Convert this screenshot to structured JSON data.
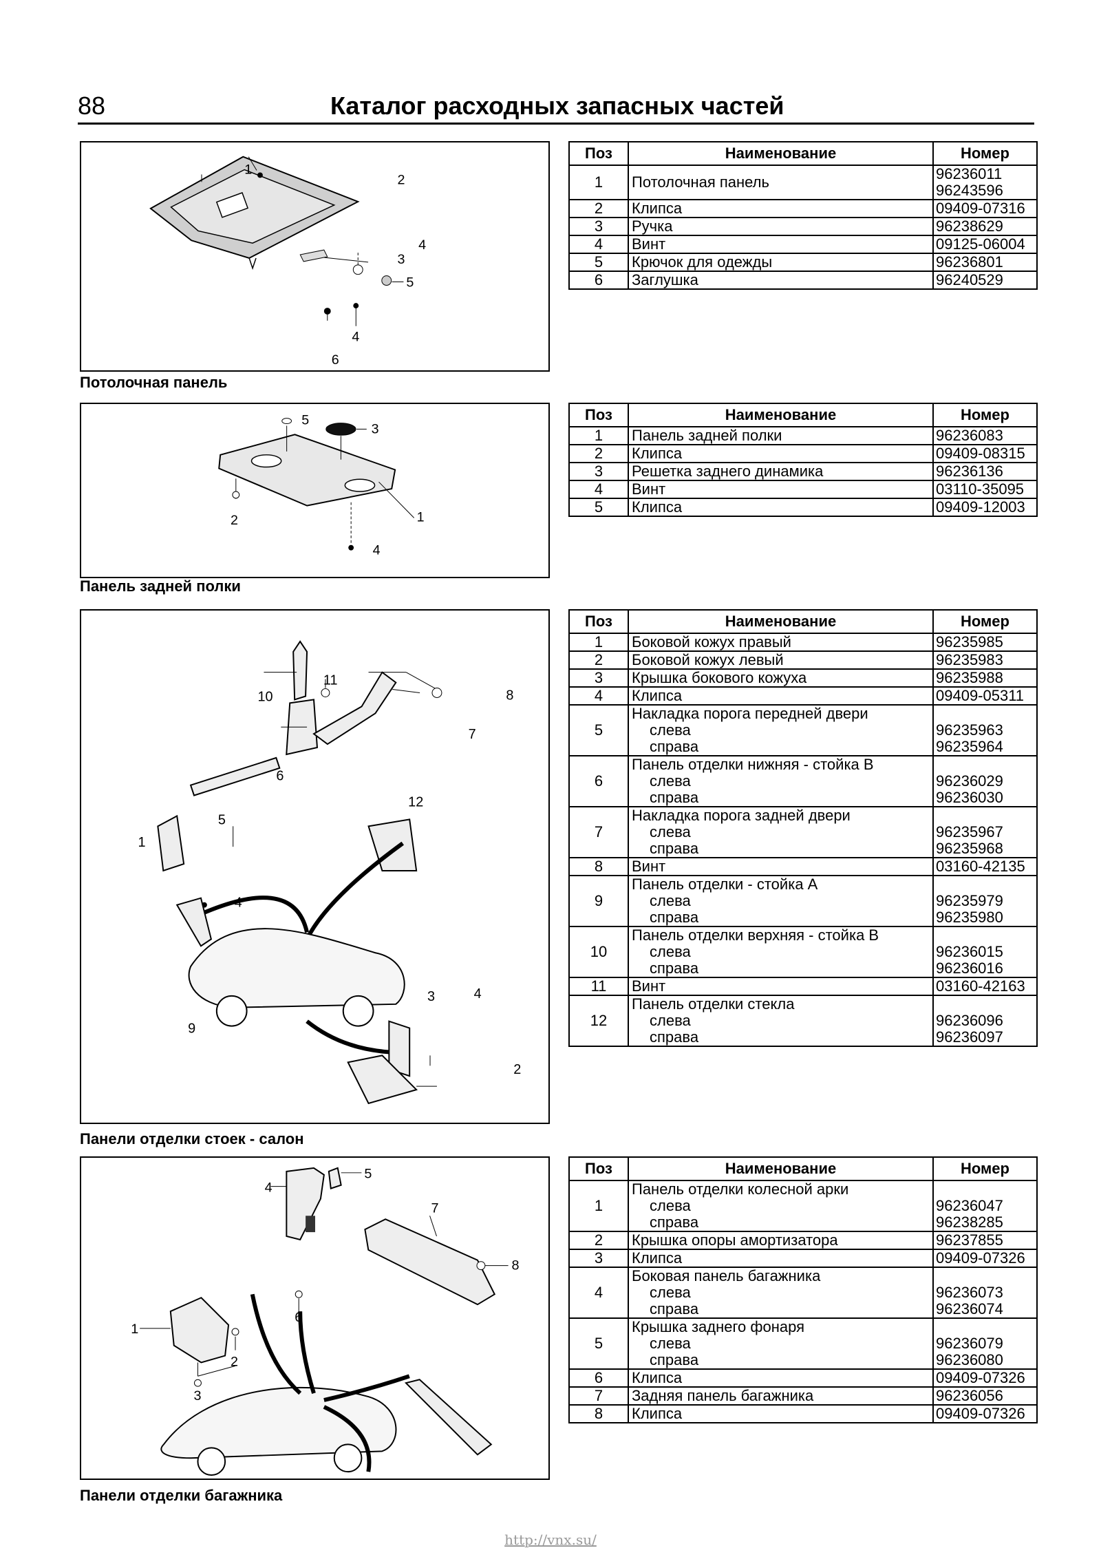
{
  "header": {
    "page_number": "88",
    "title": "Каталог расходных запасных частей"
  },
  "columns": {
    "pos": "Поз",
    "name": "Наименование",
    "number": "Номер"
  },
  "sections": [
    {
      "caption": "Потолочная панель",
      "callouts": [
        "1",
        "2",
        "3",
        "4",
        "5",
        "6",
        "4"
      ],
      "rows": [
        {
          "pos": "1",
          "name": "Потолочная панель",
          "subs": [],
          "numbers": [
            "96236011",
            "96243596"
          ]
        },
        {
          "pos": "2",
          "name": "Клипса",
          "subs": [],
          "numbers": [
            "09409-07316"
          ]
        },
        {
          "pos": "3",
          "name": "Ручка",
          "subs": [],
          "numbers": [
            "96238629"
          ]
        },
        {
          "pos": "4",
          "name": "Винт",
          "subs": [],
          "numbers": [
            "09125-06004"
          ]
        },
        {
          "pos": "5",
          "name": "Крючок для одежды",
          "subs": [],
          "numbers": [
            "96236801"
          ]
        },
        {
          "pos": "6",
          "name": "Заглушка",
          "subs": [],
          "numbers": [
            "96240529"
          ]
        }
      ]
    },
    {
      "caption": "Панель задней полки",
      "callouts": [
        "5",
        "3",
        "2",
        "1",
        "4"
      ],
      "rows": [
        {
          "pos": "1",
          "name": "Панель задней полки",
          "subs": [],
          "numbers": [
            "96236083"
          ]
        },
        {
          "pos": "2",
          "name": "Клипса",
          "subs": [],
          "numbers": [
            "09409-08315"
          ]
        },
        {
          "pos": "3",
          "name": "Решетка заднего динамика",
          "subs": [],
          "numbers": [
            "96236136"
          ]
        },
        {
          "pos": "4",
          "name": "Винт",
          "subs": [],
          "numbers": [
            "03110-35095"
          ]
        },
        {
          "pos": "5",
          "name": "Клипса",
          "subs": [],
          "numbers": [
            "09409-12003"
          ]
        }
      ]
    },
    {
      "caption": "Панели отделки стоек - салон",
      "callouts": [
        "10",
        "11",
        "8",
        "7",
        "6",
        "12",
        "5",
        "1",
        "4",
        "3",
        "4",
        "2",
        "9"
      ],
      "rows": [
        {
          "pos": "1",
          "name": "Боковой кожух правый",
          "subs": [],
          "numbers": [
            "96235985"
          ]
        },
        {
          "pos": "2",
          "name": "Боковой кожух левый",
          "subs": [],
          "numbers": [
            "96235983"
          ]
        },
        {
          "pos": "3",
          "name": "Крышка бокового кожуха",
          "subs": [],
          "numbers": [
            "96235988"
          ]
        },
        {
          "pos": "4",
          "name": "Клипса",
          "subs": [],
          "numbers": [
            "09409-05311"
          ]
        },
        {
          "pos": "5",
          "name": "Накладка порога передней двери",
          "subs": [
            "слева",
            "справа"
          ],
          "numbers": [
            "96235963",
            "96235964"
          ]
        },
        {
          "pos": "6",
          "name": "Панель отделки нижняя - стойка В",
          "subs": [
            "слева",
            "справа"
          ],
          "numbers": [
            "96236029",
            "96236030"
          ]
        },
        {
          "pos": "7",
          "name": "Накладка порога задней двери",
          "subs": [
            "слева",
            "справа"
          ],
          "numbers": [
            "96235967",
            "96235968"
          ]
        },
        {
          "pos": "8",
          "name": "Винт",
          "subs": [],
          "numbers": [
            "03160-42135"
          ]
        },
        {
          "pos": "9",
          "name": "Панель отделки - стойка А",
          "subs": [
            "слева",
            "справа"
          ],
          "numbers": [
            "96235979",
            "96235980"
          ]
        },
        {
          "pos": "10",
          "name": "Панель отделки верхняя - стойка В",
          "subs": [
            "слева",
            "справа"
          ],
          "numbers": [
            "96236015",
            "96236016"
          ]
        },
        {
          "pos": "11",
          "name": "Винт",
          "subs": [],
          "numbers": [
            "03160-42163"
          ]
        },
        {
          "pos": "12",
          "name": "Панель отделки стекла",
          "subs": [
            "слева",
            "справа"
          ],
          "numbers": [
            "96236096",
            "96236097"
          ]
        }
      ]
    },
    {
      "caption": "Панели отделки багажника",
      "callouts": [
        "5",
        "4",
        "7",
        "8",
        "1",
        "2",
        "6",
        "3"
      ],
      "rows": [
        {
          "pos": "1",
          "name": "Панель отделки колесной арки",
          "subs": [
            "слева",
            "справа"
          ],
          "numbers": [
            "96236047",
            "96238285"
          ]
        },
        {
          "pos": "2",
          "name": "Крышка опоры амортизатора",
          "subs": [],
          "numbers": [
            "96237855"
          ]
        },
        {
          "pos": "3",
          "name": "Клипса",
          "subs": [],
          "numbers": [
            "09409-07326"
          ]
        },
        {
          "pos": "4",
          "name": "Боковая панель багажника",
          "subs": [
            "слева",
            "справа"
          ],
          "numbers": [
            "96236073",
            "96236074"
          ]
        },
        {
          "pos": "5",
          "name": "Крышка заднего фонаря",
          "subs": [
            "слева",
            "справа"
          ],
          "numbers": [
            "96236079",
            "96236080"
          ]
        },
        {
          "pos": "6",
          "name": "Клипса",
          "subs": [],
          "numbers": [
            "09409-07326"
          ]
        },
        {
          "pos": "7",
          "name": "Задняя панель багажника",
          "subs": [],
          "numbers": [
            "96236056"
          ]
        },
        {
          "pos": "8",
          "name": "Клипса",
          "subs": [],
          "numbers": [
            "09409-07326"
          ]
        }
      ]
    }
  ],
  "footer": {
    "url": "http://vnx.su/"
  }
}
